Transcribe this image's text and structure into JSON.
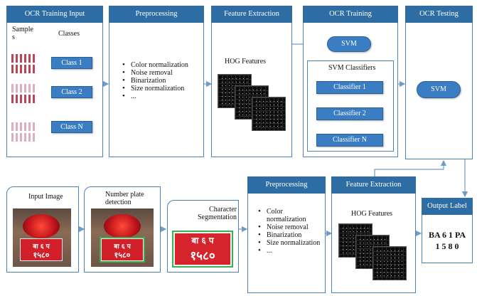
{
  "top": {
    "training_input": {
      "header": "OCR Training Input",
      "samples_label": "Sample\ns",
      "classes_label": "Classes",
      "classes": [
        "Class 1",
        "Class 2",
        "Class N"
      ]
    },
    "preprocessing": {
      "header": "Preprocessing",
      "steps": [
        "Color normalization",
        "Noise removal",
        "Binarization",
        "Size normalization",
        "..."
      ]
    },
    "feature_extraction": {
      "header": "Feature Extraction",
      "hog_label": "HOG Features"
    },
    "ocr_training": {
      "header": "OCR Training",
      "svm_label": "SVM",
      "classifiers_label": "SVM Classifiers",
      "classifiers": [
        "Classifier 1",
        "Classifier 2",
        "Classifier N"
      ]
    },
    "ocr_testing": {
      "header": "OCR Testing",
      "svm_label": "SVM"
    }
  },
  "bottom": {
    "input_image": {
      "label": "Input Image"
    },
    "plate_detection": {
      "label": "Number plate detection"
    },
    "segmentation": {
      "label": "Character Segmentation"
    },
    "preprocessing": {
      "header": "Preprocessing",
      "steps": [
        "Color normalization",
        "Noise removal",
        "Binarization",
        "Size normalization",
        "..."
      ]
    },
    "feature_extraction": {
      "header": "Feature Extraction",
      "hog_label": "HOG Features"
    },
    "output": {
      "header": "Output Label",
      "line1": "BA 6 1 PA",
      "line2": "1 5 8 0"
    }
  },
  "colors": {
    "header_blue": "#2e6da4",
    "border_blue": "#4a83b8",
    "button_blue": "#3a7dc2",
    "arrow": "#6f9cc6"
  }
}
